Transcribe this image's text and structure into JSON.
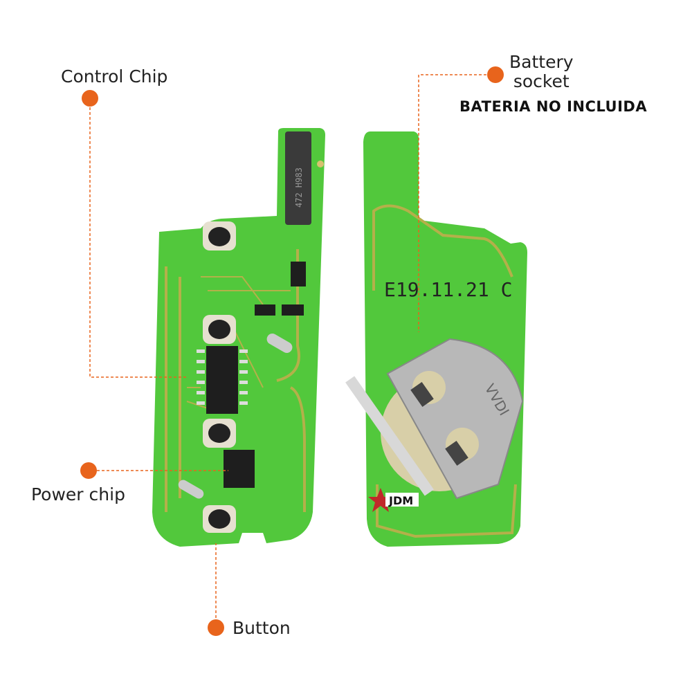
{
  "labels": {
    "control_chip": "Control Chip",
    "battery_socket_line1": "Battery",
    "battery_socket_line2": "socket",
    "battery_note": "BATERIA NO INCLUIDA",
    "power_chip": "Power chip",
    "button": "Button"
  },
  "board": {
    "date_code": "E19.11.21 C",
    "antenna_marking": "472 H983",
    "socket_marking": "VVDI",
    "logo": "JDM"
  },
  "colors": {
    "accent": "#e8641c",
    "pcb": "#52c83c",
    "trace": "#b4b04a",
    "chip": "#1e1e1e",
    "metal": "#b8b8b8"
  }
}
